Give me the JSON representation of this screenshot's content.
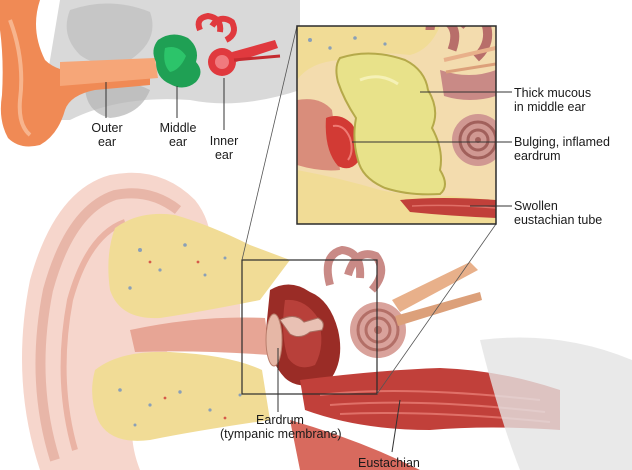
{
  "colors": {
    "skin_light": "#f6d6cc",
    "skin_mid": "#eab3a4",
    "skin_dark": "#d98d7b",
    "bone": "#f1dc96",
    "bone_dark": "#d8b45a",
    "middle_ear_green": "#1fa054",
    "inner_ear_red": "#e0393e",
    "inner_ear_pink": "#c98a86",
    "mucus_yellow": "#e8e28a",
    "mucus_outline": "#b5a94a",
    "muscle_red": "#c1403a",
    "eardrum_red": "#d23a34",
    "outer_ear_orange": "#f08a55",
    "gray": "#c9c9c9",
    "frame": "#2b2b2b"
  },
  "labels": {
    "outer_ear": [
      "Outer",
      "ear"
    ],
    "middle_ear": [
      "Middle",
      "ear"
    ],
    "inner_ear": [
      "Inner",
      "ear"
    ],
    "thick_mucous": [
      "Thick mucous",
      "in middle ear"
    ],
    "bulging_eardrum": [
      "Bulging, inflamed",
      "eardrum"
    ],
    "swollen_tube": [
      "Swollen",
      "eustachian tube"
    ],
    "eardrum": [
      "Eardrum",
      "(tympanic membrane)"
    ],
    "eustachian": [
      "Eustachian"
    ]
  }
}
